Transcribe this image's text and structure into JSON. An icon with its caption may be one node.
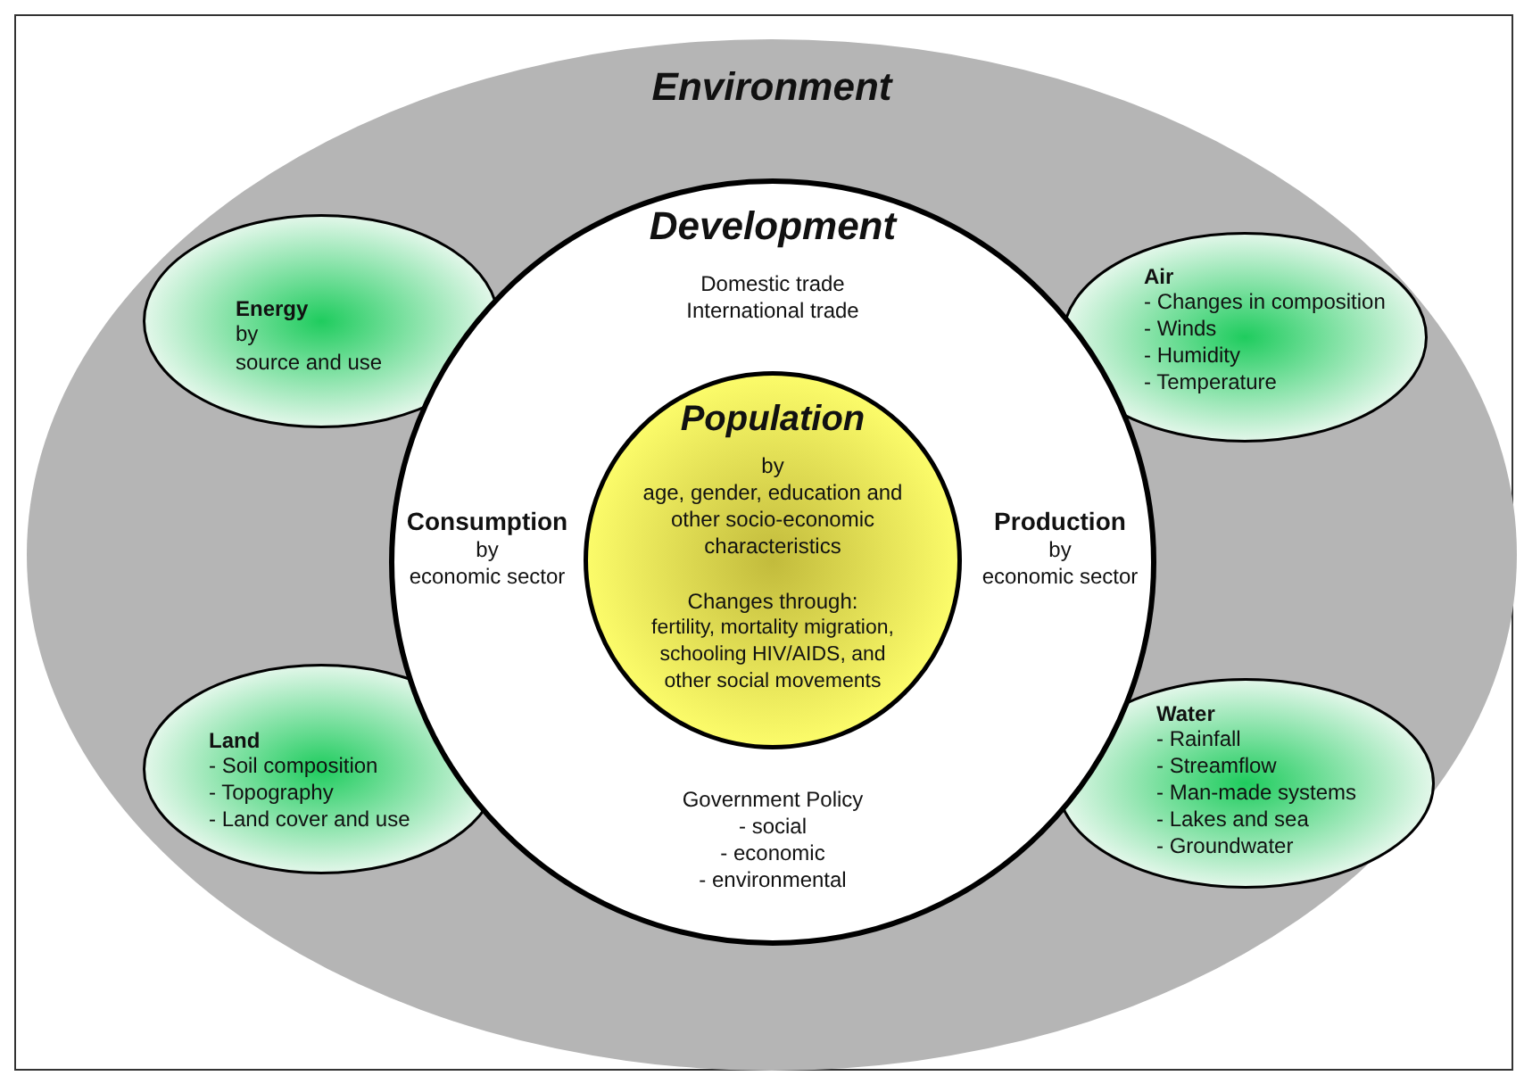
{
  "diagram": {
    "nodes": [
      {
        "text": [
          "Environment"
        ]
      },
      {
        "text": [
          "Development",
          "Domestic trade International trade",
          "Consumption",
          "by",
          "economic sector",
          "Production",
          "by",
          "economic sector",
          "Government Policy",
          "- social",
          "- economic",
          "- environmental"
        ],
        "in": 0
      },
      {
        "text": [
          "Population",
          "by",
          "age, gender, education and other socio-economic characteristics",
          "Changes through:",
          "fertility, mortality migration, schooling HIV/AIDS, and other social movements"
        ],
        "in": 1
      },
      {
        "text": [
          "Energy",
          "by",
          "source and use"
        ],
        "in": 0
      },
      {
        "text": [
          "Air",
          "- Changes in composition",
          "- Winds",
          "- Humidity",
          "- Temperature"
        ],
        "in": 0
      },
      {
        "text": [
          "Land",
          "- Soil composition",
          "- Topography",
          "- Land cover and use"
        ],
        "in": 0
      },
      {
        "text": [
          "Water",
          "- Rainfall",
          "- Streamflow",
          "- Man-made systems",
          "- Lakes and sea",
          "- Groundwater"
        ],
        "in": 0
      }
    ],
    "edges": []
  }
}
